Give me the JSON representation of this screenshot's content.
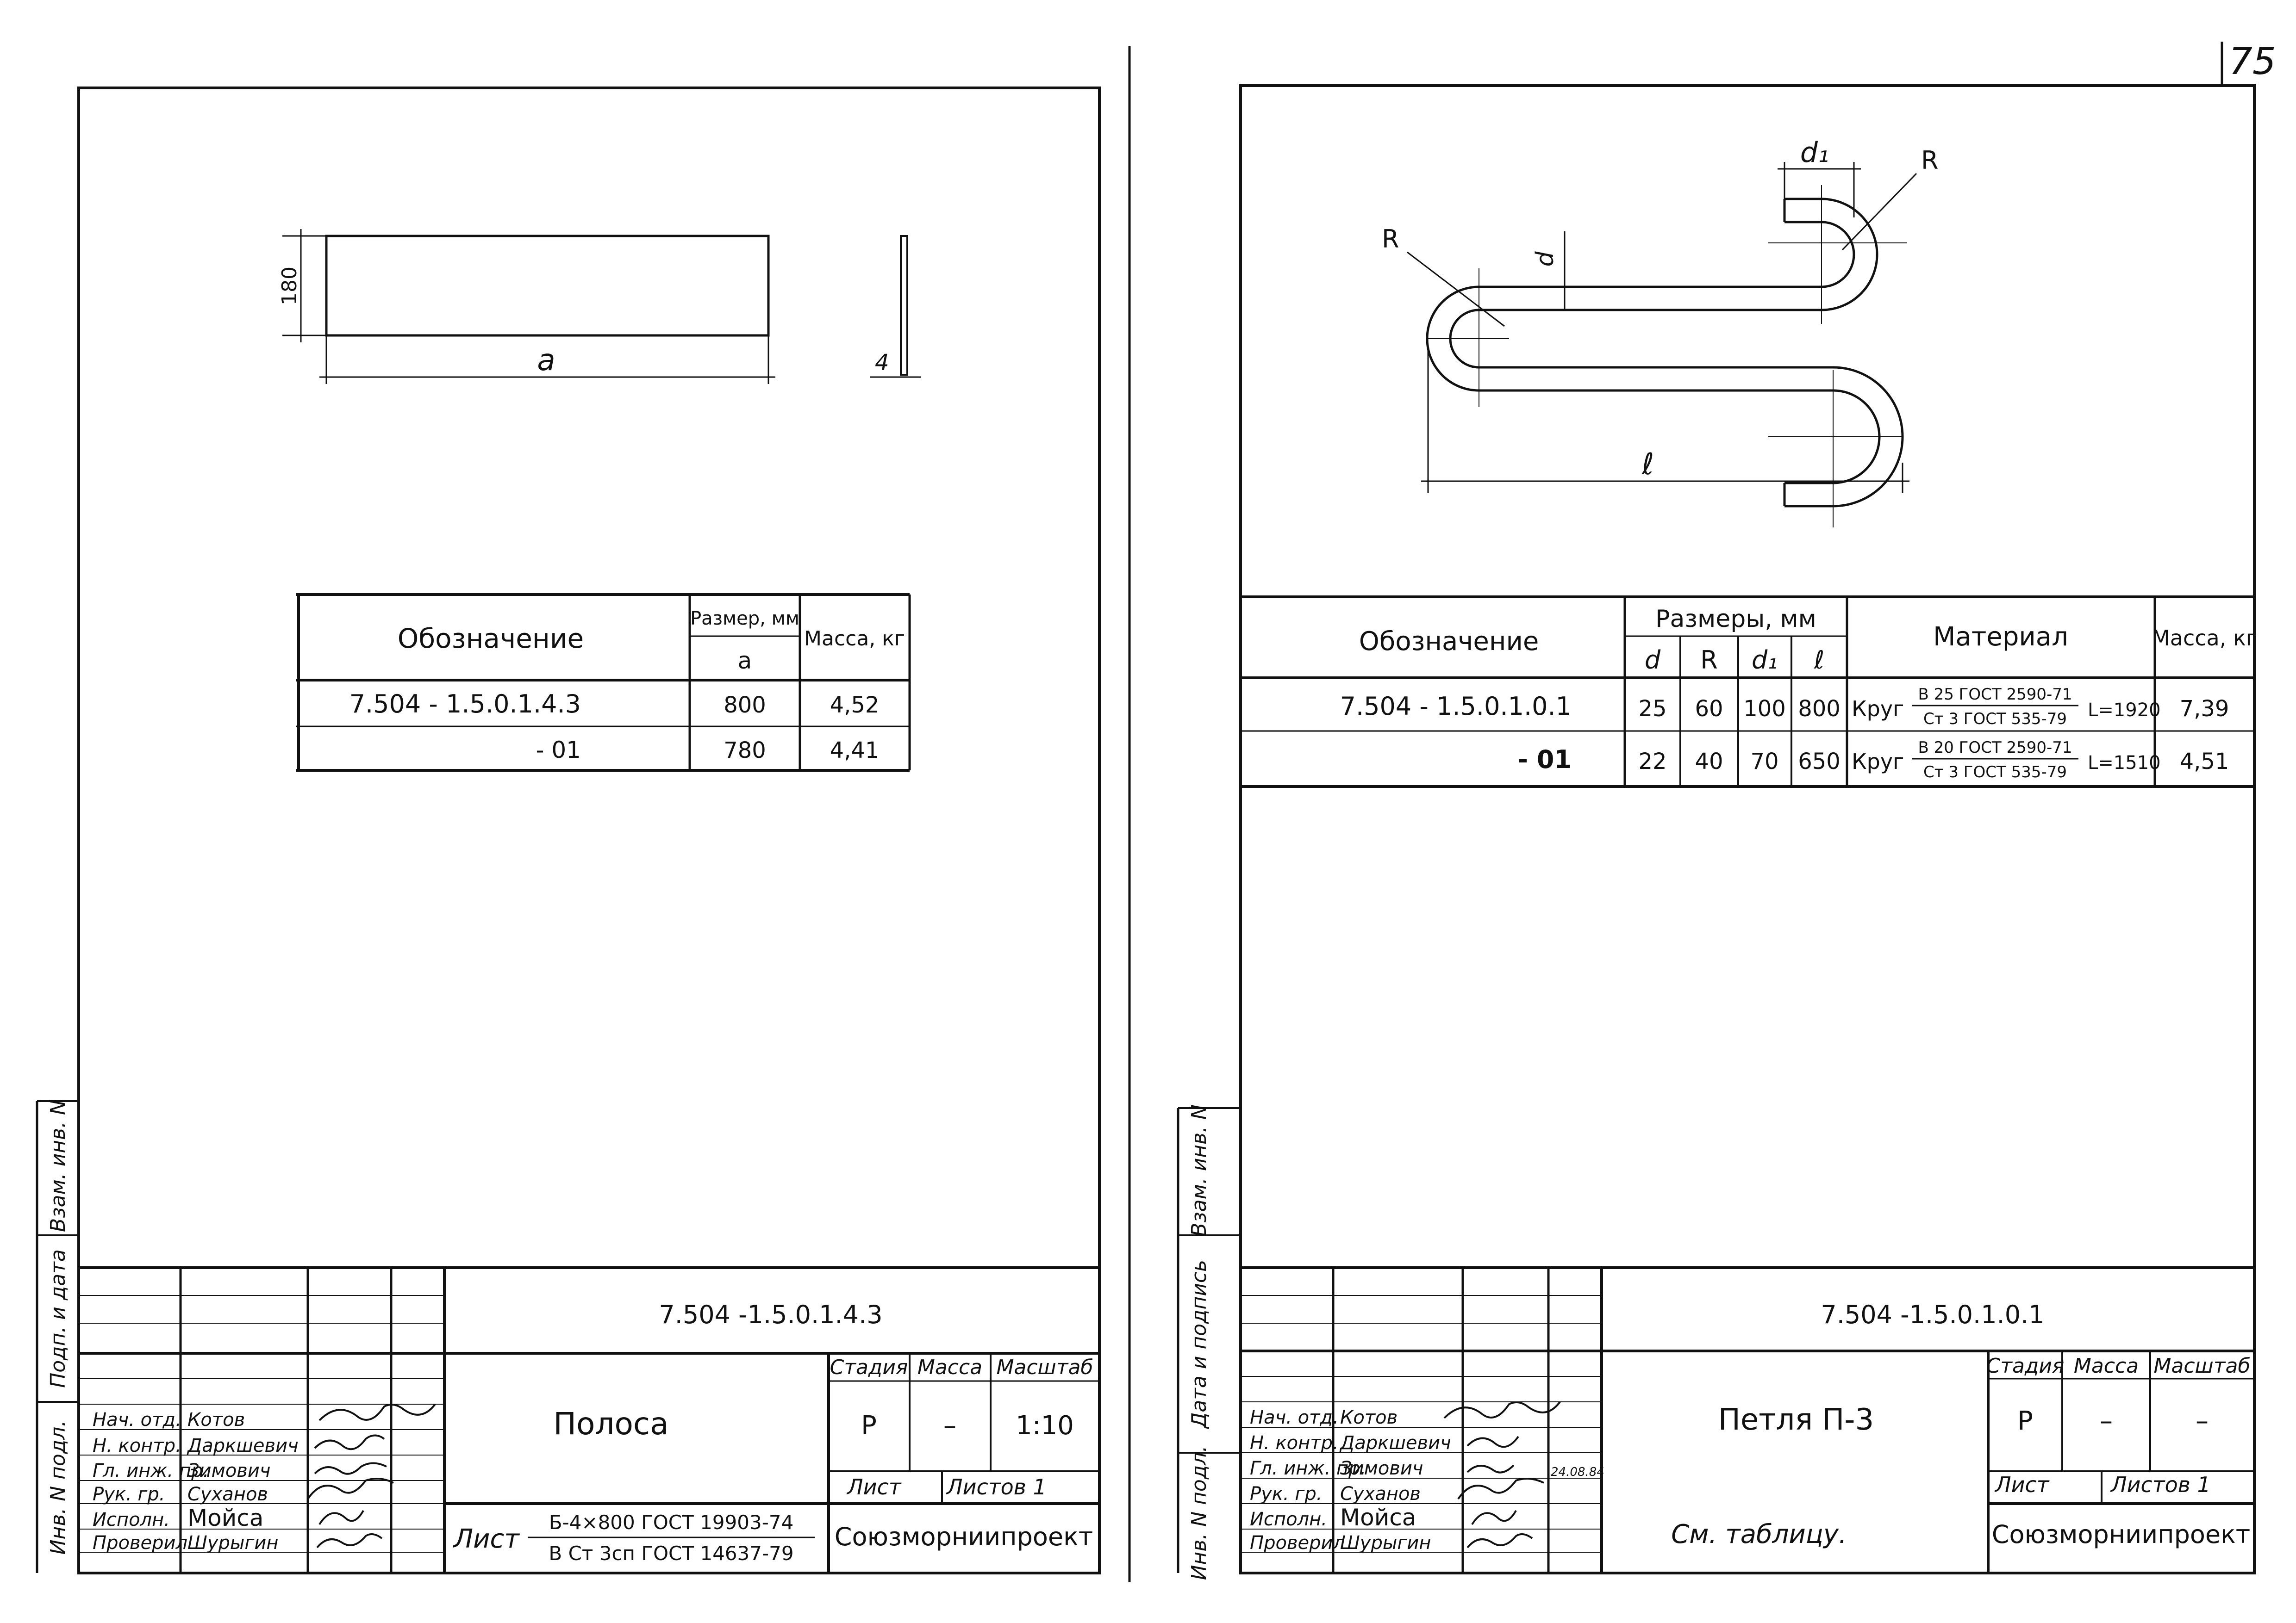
{
  "page_number": "75",
  "left_sheet": {
    "drawing": {
      "dim_height": "180",
      "dim_length": "a",
      "dim_thickness": "4"
    },
    "table": {
      "header_designation": "Обозначение",
      "header_size": "Размер, мм",
      "header_size_sub": "a",
      "header_mass": "Масса, кг",
      "rows": [
        {
          "designation": "7.504 - 1.5.0.1.4.3",
          "a": "800",
          "mass": "4,52"
        },
        {
          "designation": "- 01",
          "a": "780",
          "mass": "4,41"
        }
      ]
    },
    "side_labels": [
      "Инв. N подл.",
      "Подп. и дата",
      "Взам. инв. N"
    ],
    "title_block": {
      "code": "7.504      -1.5.0.1.4.3",
      "name": "Полоса",
      "stage_label": "Стадия",
      "mass_label": "Масса",
      "scale_label": "Масштаб",
      "stage": "Р",
      "mass": "–",
      "scale": "1:10",
      "sheet_label": "Лист",
      "sheets_label": "Листов 1",
      "org": "Союзморниипроект",
      "material_prefix": "Лист",
      "material_top": "Б-4×800  ГОСТ 19903-74",
      "material_bottom": "В Ст 3сп ГОСТ 14637-79",
      "staff": [
        {
          "role": "Нач. отд.",
          "name": "Котов"
        },
        {
          "role": "Н. контр.",
          "name": "Даркшевич"
        },
        {
          "role": "Гл. инж. пр.",
          "name": "Зимович"
        },
        {
          "role": "Рук. гр.",
          "name": "Суханов"
        },
        {
          "role": "Исполн.",
          "name": "Мойса"
        },
        {
          "role": "Проверил",
          "name": "Шурыгин"
        }
      ]
    }
  },
  "right_sheet": {
    "drawing": {
      "dim_d1": "d₁",
      "dim_R_top": "R",
      "dim_R_left": "R",
      "dim_d": "d",
      "dim_l": "ℓ"
    },
    "table": {
      "header_designation": "Обозначение",
      "header_sizes": "Размеры, мм",
      "sub_headers": [
        "d",
        "R",
        "d₁",
        "ℓ"
      ],
      "header_material": "Материал",
      "header_mass": "Масса, кг",
      "rows": [
        {
          "designation": "7.504 - 1.5.0.1.0.1",
          "d": "25",
          "R": "60",
          "d1": "100",
          "l": "800",
          "mat_prefix": "Круг",
          "mat_top": "В 25 ГОСТ 2590-71",
          "mat_bottom": "Ст 3 ГОСТ 535-79",
          "mat_len": "L=1920",
          "mass": "7,39"
        },
        {
          "designation": "- 01",
          "d": "22",
          "R": "40",
          "d1": "70",
          "l": "650",
          "mat_prefix": "Круг",
          "mat_top": "В 20 ГОСТ 2590-71",
          "mat_bottom": "Ст 3 ГОСТ 535-79",
          "mat_len": "L=1510",
          "mass": "4,51"
        }
      ]
    },
    "side_labels": [
      "Инв. N подл.",
      "Дата и подпись",
      "Взам. инв. N"
    ],
    "title_block": {
      "code": "7.504      -1.5.0.1.0.1",
      "name": "Петля П-3",
      "stage_label": "Стадия",
      "mass_label": "Масса",
      "scale_label": "Масштаб",
      "stage": "Р",
      "mass": "–",
      "scale": "–",
      "sheet_label": "Лист",
      "sheets_label": "Листов 1",
      "org": "Союзморниипроект",
      "material": "См. таблицу.",
      "date": "24.08.84",
      "staff": [
        {
          "role": "Нач. отд.",
          "name": "Котов"
        },
        {
          "role": "Н. контр.",
          "name": "Даркшевич"
        },
        {
          "role": "Гл. инж. пр.",
          "name": "Зимович"
        },
        {
          "role": "Рук. гр.",
          "name": "Суханов"
        },
        {
          "role": "Исполн.",
          "name": "Мойса"
        },
        {
          "role": "Проверил",
          "name": "Шурыгин"
        }
      ]
    }
  }
}
